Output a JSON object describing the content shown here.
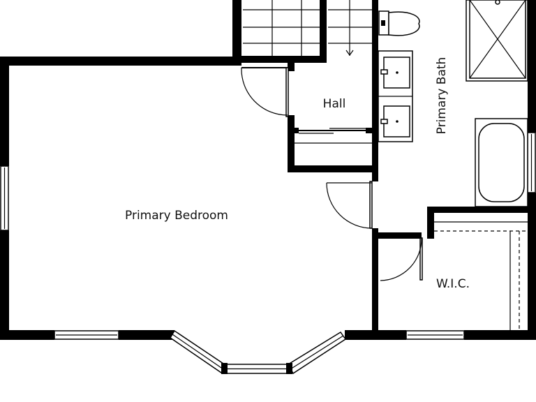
{
  "rooms": [
    {
      "id": "primary-bedroom",
      "label": "Primary Bedroom"
    },
    {
      "id": "hall",
      "label": "Hall"
    },
    {
      "id": "primary-bath",
      "label": "Primary Bath"
    },
    {
      "id": "wic",
      "label": "W.I.C."
    }
  ],
  "colors": {
    "wall": "#000000",
    "background": "#ffffff",
    "text": "#111111"
  },
  "icons": [
    "stair-arrow-icon",
    "toilet-icon",
    "sink-icon",
    "shower-icon",
    "bathtub-icon",
    "door-swing-icon",
    "window-icon"
  ]
}
